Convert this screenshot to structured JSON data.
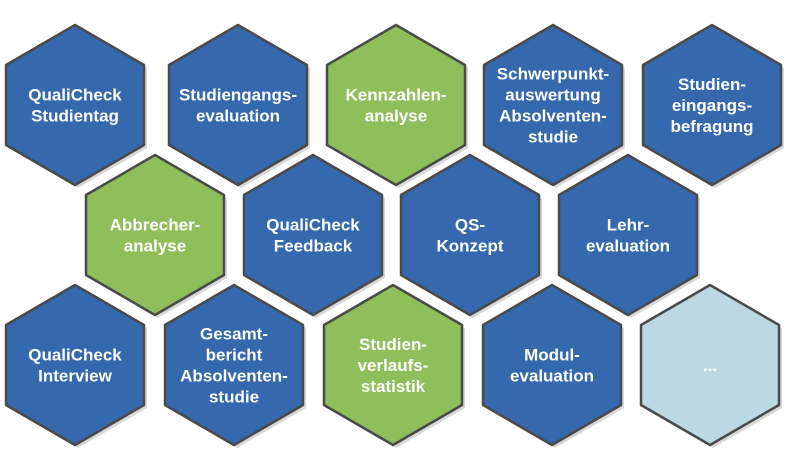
{
  "colors": {
    "blue_fill": "#3568ad",
    "green_fill": "#8fbf5a",
    "light_fill": "#bcd9e3",
    "border": "#4a4a4a",
    "shadow": "#b8b8b8",
    "text_on_blue": "#ffffff",
    "text_on_green": "#ffffff",
    "text_on_light": "#ffffff"
  },
  "hexagons": [
    {
      "id": "qualicheck-studientag",
      "color": "blue",
      "lines": [
        "QualiCheck",
        "Studientag"
      ]
    },
    {
      "id": "studiengangsevaluation",
      "color": "blue",
      "lines": [
        "Studiengangs-",
        "evaluation"
      ]
    },
    {
      "id": "kennzahlenanalyse",
      "color": "green",
      "lines": [
        "Kennzahlen-",
        "analyse"
      ]
    },
    {
      "id": "schwerpunktauswertung",
      "color": "blue",
      "lines": [
        "Schwerpunkt-",
        "auswertung",
        "Absolventen-",
        "studie"
      ]
    },
    {
      "id": "studieneingangsbefragung",
      "color": "blue",
      "lines": [
        "Studien-",
        "eingangs-",
        "befragung"
      ]
    },
    {
      "id": "abbrecheranalyse",
      "color": "green",
      "lines": [
        "Abbrecher-",
        "analyse"
      ]
    },
    {
      "id": "qualicheck-feedback",
      "color": "blue",
      "lines": [
        "QualiCheck",
        "Feedback"
      ]
    },
    {
      "id": "qs-konzept",
      "color": "blue",
      "lines": [
        "QS-",
        "Konzept"
      ]
    },
    {
      "id": "lehrevaluation",
      "color": "blue",
      "lines": [
        "Lehr-",
        "evaluation"
      ]
    },
    {
      "id": "qualicheck-interview",
      "color": "blue",
      "lines": [
        "QualiCheck",
        "Interview"
      ]
    },
    {
      "id": "gesamtbericht",
      "color": "blue",
      "lines": [
        "Gesamt-",
        "bericht",
        "Absolventen-",
        "studie"
      ]
    },
    {
      "id": "studienverlaufsstatistik",
      "color": "green",
      "lines": [
        "Studien-",
        "verlaufs-",
        "statistik"
      ]
    },
    {
      "id": "modulevaluation",
      "color": "blue",
      "lines": [
        "Modul-",
        "evaluation"
      ]
    },
    {
      "id": "more",
      "color": "light",
      "lines": [
        "..."
      ]
    }
  ]
}
